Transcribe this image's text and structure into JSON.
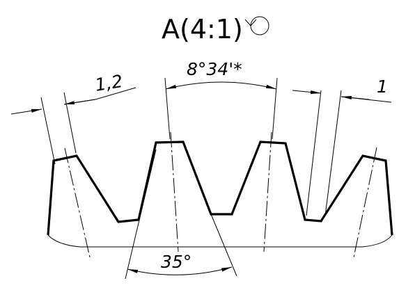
{
  "view_label": "A(4:1)",
  "view_symbol": "rotation-symbol",
  "dimensions": {
    "left_width": "1,2",
    "top_angle": "8°34'*",
    "right_width": "1",
    "bottom_angle": "35°"
  },
  "colors": {
    "ink": "#000000",
    "paper": "#ffffff"
  }
}
